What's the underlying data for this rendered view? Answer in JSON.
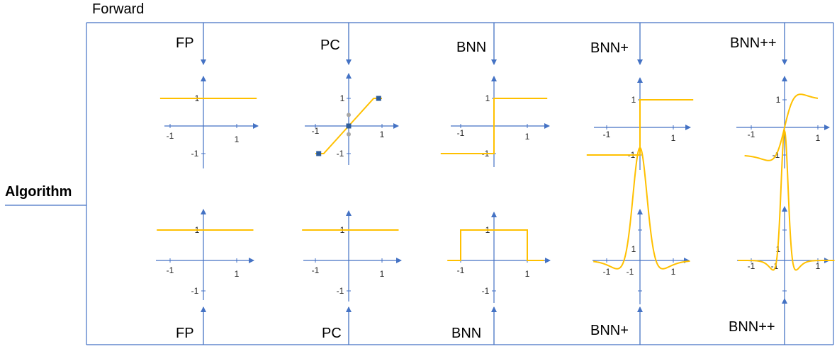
{
  "header_label": "Forward",
  "row_label": "Algorithm",
  "top_labels": [
    "FP",
    "PC",
    "BNN",
    "BNN+",
    "BNN++"
  ],
  "bottom_labels": [
    "FP",
    "PC",
    "BNN",
    "BNN+",
    "BNN++"
  ],
  "colors": {
    "frame": "#4472c4",
    "axis": "#4472c4",
    "curve": "#ffc000",
    "gray_marker": "#a6a6a6",
    "square_marker": "#2e5c9a"
  },
  "chart_data": [
    {
      "method": "FP",
      "row": "top",
      "type": "line",
      "series": [
        {
          "x": [
            -1.3,
            1.6
          ],
          "y": [
            1,
            1
          ]
        }
      ],
      "xticks": [
        "-1",
        "1"
      ],
      "yticks": [
        "1",
        "-1"
      ]
    },
    {
      "method": "PC",
      "row": "top",
      "type": "line",
      "series": [
        {
          "x": [
            -1.0,
            -0.75,
            0.75,
            1.0
          ],
          "y": [
            -1,
            -1,
            1,
            1
          ]
        }
      ],
      "markers": {
        "gray": [
          [
            0,
            0.4
          ],
          [
            0,
            -0.3
          ]
        ],
        "square": [
          [
            -0.9,
            -1
          ],
          [
            0,
            0
          ],
          [
            0.9,
            1
          ]
        ]
      },
      "xticks": [
        "-1",
        "1"
      ],
      "yticks": [
        "1",
        "-1"
      ]
    },
    {
      "method": "BNN",
      "row": "top",
      "type": "line",
      "series": [
        {
          "x": [
            -1.6,
            0,
            0,
            1.6
          ],
          "y": [
            -1,
            -1,
            1,
            1
          ]
        }
      ],
      "xticks": [
        "-1",
        "1"
      ],
      "yticks": [
        "1",
        "-1"
      ]
    },
    {
      "method": "BNN+",
      "row": "top",
      "type": "line",
      "series": [
        {
          "x": [
            -1.6,
            0,
            0,
            1.6
          ],
          "y": [
            -1,
            -1,
            1,
            1
          ]
        }
      ],
      "xticks": [
        "-1",
        "1"
      ],
      "yticks": [
        "1",
        "-1"
      ]
    },
    {
      "method": "BNN++",
      "row": "top",
      "type": "line",
      "function": "swish_sign_forward",
      "x_range": [
        -1.2,
        1.0
      ],
      "xticks": [
        "-1",
        "1"
      ],
      "yticks": [
        "1",
        "-1"
      ]
    },
    {
      "method": "FP",
      "row": "bottom",
      "type": "line",
      "series": [
        {
          "x": [
            -1.4,
            1.5
          ],
          "y": [
            1,
            1
          ]
        }
      ],
      "xticks": [
        "-1",
        "1"
      ],
      "yticks": [
        "1",
        "-1"
      ]
    },
    {
      "method": "PC",
      "row": "bottom",
      "type": "line",
      "series": [
        {
          "x": [
            -1.4,
            1.5
          ],
          "y": [
            1,
            1
          ]
        }
      ],
      "xticks": [
        "-1",
        "1"
      ],
      "yticks": [
        "1",
        "-1"
      ]
    },
    {
      "method": "BNN",
      "row": "bottom",
      "type": "line",
      "series": [
        {
          "x": [
            -1.4,
            -1,
            -1,
            1,
            1,
            1.5
          ],
          "y": [
            0,
            0,
            1,
            1,
            0,
            0
          ]
        }
      ],
      "xticks": [
        "-1",
        "1"
      ],
      "yticks": [
        "1",
        "-1"
      ]
    },
    {
      "method": "BNN+",
      "row": "bottom",
      "type": "line",
      "function": "swish_sign_grad_beta5",
      "x_range": [
        -1.4,
        1.5
      ],
      "xticks": [
        "-1",
        "-1",
        "1"
      ],
      "yticks": [
        "1"
      ]
    },
    {
      "method": "BNN++",
      "row": "bottom",
      "type": "line",
      "function": "swish_sign_grad_beta10",
      "x_range": [
        -1.4,
        1.5
      ],
      "xticks": [
        "-1",
        "-1",
        "1"
      ],
      "yticks": [
        "1"
      ]
    }
  ]
}
